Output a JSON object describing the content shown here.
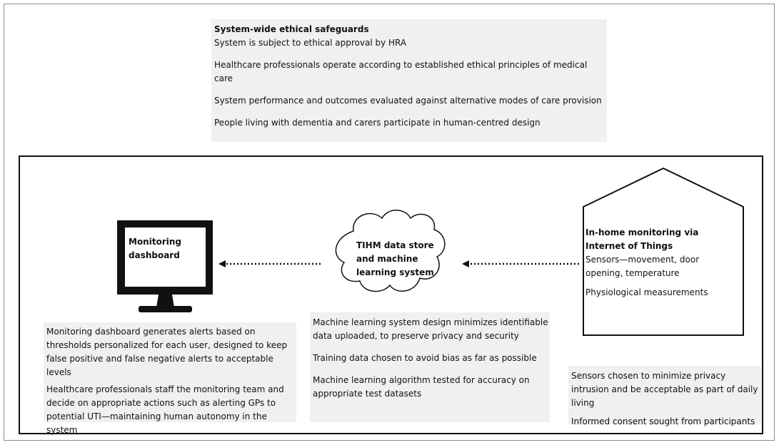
{
  "safeguards": {
    "title": "System-wide ethical safeguards",
    "items": [
      "System is subject to ethical approval by HRA",
      "Healthcare professionals operate according to established ethical principles of medical care",
      "System performance and outcomes evaluated against alternative modes of care provision",
      "People living with dementia and carers participate in human-centred design"
    ]
  },
  "dashboard": {
    "label_line1": "Monitoring",
    "label_line2": "dashboard",
    "notes": [
      "Monitoring dashboard generates alerts based on thresholds personalized for each user, designed to keep false positive and false negative alerts to acceptable levels",
      "Healthcare professionals staff the monitoring team and decide on appropriate actions such as alerting GPs to potential UTI—maintaining human autonomy in the system"
    ]
  },
  "cloud": {
    "label_line1": "TIHM data store",
    "label_line2": "and machine",
    "label_line3": "learning system",
    "notes": [
      "Machine learning system design minimizes identifiable data uploaded, to preserve privacy and security",
      "Training data chosen to avoid bias as far as possible",
      "Machine learning algorithm tested for accuracy on appropriate test datasets"
    ]
  },
  "home": {
    "title_line1": "In-home monitoring via",
    "title_line2": "Internet of Things",
    "sensors": "Sensors—movement, door opening, temperature",
    "physio": "Physiological measurements",
    "notes": [
      "Sensors chosen to minimize privacy intrusion and be acceptable as part of daily living",
      "Informed consent sought from participants"
    ]
  }
}
